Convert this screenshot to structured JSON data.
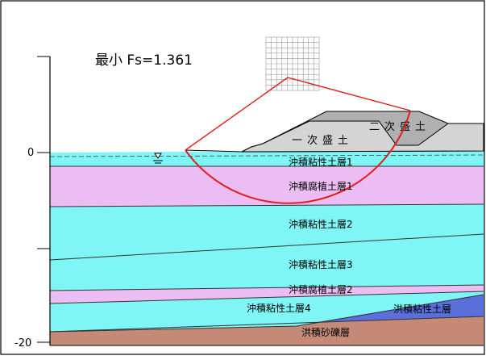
{
  "title": "最小 Fs=1.361",
  "axis": {
    "ticks": [
      "0",
      "-20"
    ]
  },
  "embankments": {
    "first": "一次盛土",
    "second": "二次盛土"
  },
  "layers": [
    {
      "label": "沖積粘性土層1",
      "color": "#7ff5f5"
    },
    {
      "label": "沖積腐植土層1",
      "color": "#ecbdf2"
    },
    {
      "label": "沖積粘性土層2",
      "color": "#7ff5f5"
    },
    {
      "label": "沖積粘性土層3",
      "color": "#7ff5f5"
    },
    {
      "label": "沖積腐植土層2",
      "color": "#ecbdf2"
    },
    {
      "label": "沖積粘性土層4",
      "color": "#7ff5f5"
    },
    {
      "label": "洪積粘性土層",
      "color": "#5b6ed9"
    },
    {
      "label": "洪積砂礫層",
      "color": "#c58a77"
    }
  ],
  "colors": {
    "embankment_first": "#c9c9c9",
    "embankment_second": "#b0b0b0",
    "slip_circle": "#e0201e",
    "frame": "#000000"
  },
  "icons": {
    "water_table": "water-table-icon",
    "center_grid": "search-grid-icon"
  }
}
